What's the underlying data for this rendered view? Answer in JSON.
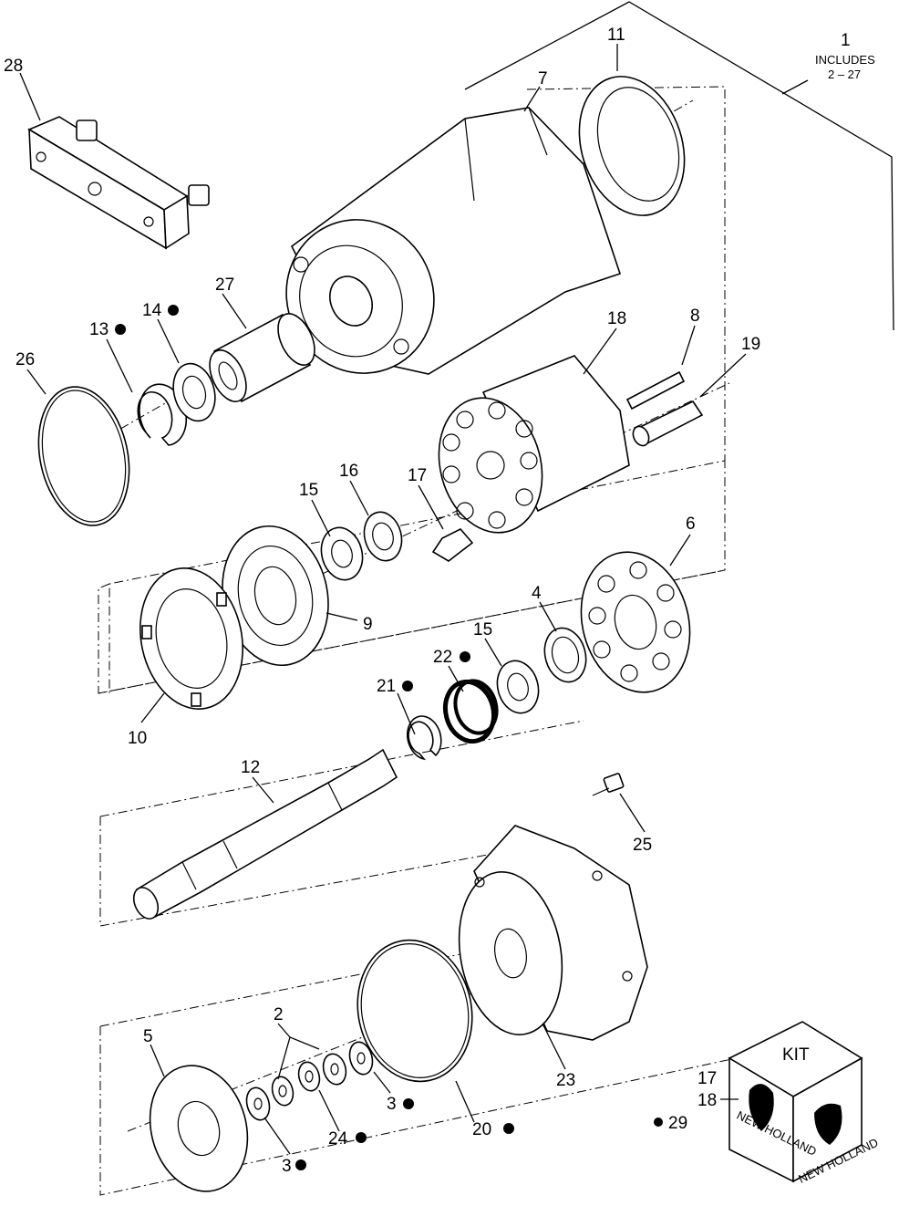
{
  "callouts": {
    "c1": "1",
    "c1_includes": "INCLUDES",
    "c1_range": "2 – 27",
    "c2": "2",
    "c3a": "3",
    "c3b": "3",
    "c4": "4",
    "c5": "5",
    "c6": "6",
    "c7": "7",
    "c8": "8",
    "c9": "9",
    "c10": "10",
    "c11": "11",
    "c12": "12",
    "c13": "13",
    "c14": "14",
    "c15a": "15",
    "c15b": "15",
    "c16": "16",
    "c17": "17",
    "c18": "18",
    "c19": "19",
    "c20": "20",
    "c21": "21",
    "c22": "22",
    "c23": "23",
    "c24": "24",
    "c25": "25",
    "c26": "26",
    "c27": "27",
    "c28": "28"
  },
  "kit": {
    "label": "KIT",
    "items": [
      "17",
      "18",
      "29"
    ],
    "brand": "NEW HOLLAND"
  }
}
